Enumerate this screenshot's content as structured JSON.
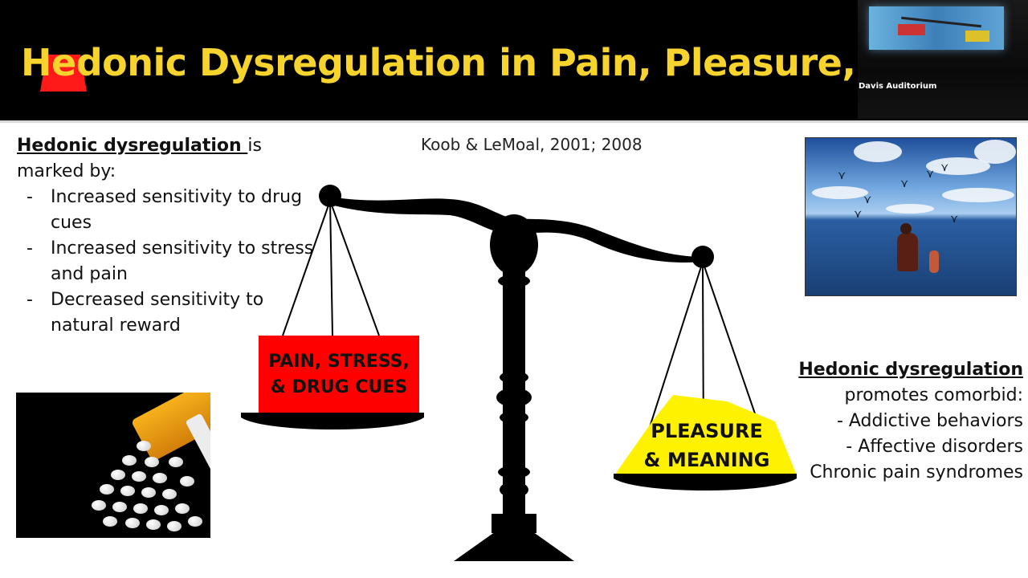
{
  "slide": {
    "title": "Hedonic Dysregulation in Pain, Pleasure, and Ac",
    "citation": "Koob & LeMoal, 2001; 2008"
  },
  "video_pip": {
    "room_label": "Davis Auditorium"
  },
  "left_list": {
    "lead_strong": "Hedonic dysregulation ",
    "lead_rest": "is marked by:",
    "items": [
      "Increased sensitivity to drug cues",
      "Increased sensitivity to stress and pain",
      "Decreased sensitivity to natural reward"
    ],
    "dash": "-"
  },
  "right_list": {
    "heading": "Hedonic dysregulation",
    "line": "promotes comorbid:",
    "items": [
      "-   Addictive behaviors",
      "-   Affective disorders",
      "Chronic pain syndromes"
    ]
  },
  "scale": {
    "left_pan_line1": "PAIN, STRESS,",
    "left_pan_line2": "& DRUG CUES",
    "right_pan_line1": "PLEASURE",
    "right_pan_line2": "& MEANING",
    "colors": {
      "left_pan": "#ff0000",
      "right_pan": "#fff200",
      "scale": "#000000"
    }
  },
  "images": {
    "beach_photo": "people-on-beach-with-seagulls",
    "pills_photo": "spilled-pill-bottle"
  },
  "colors": {
    "title_text": "#f6d32d",
    "title_background": "#000000"
  }
}
